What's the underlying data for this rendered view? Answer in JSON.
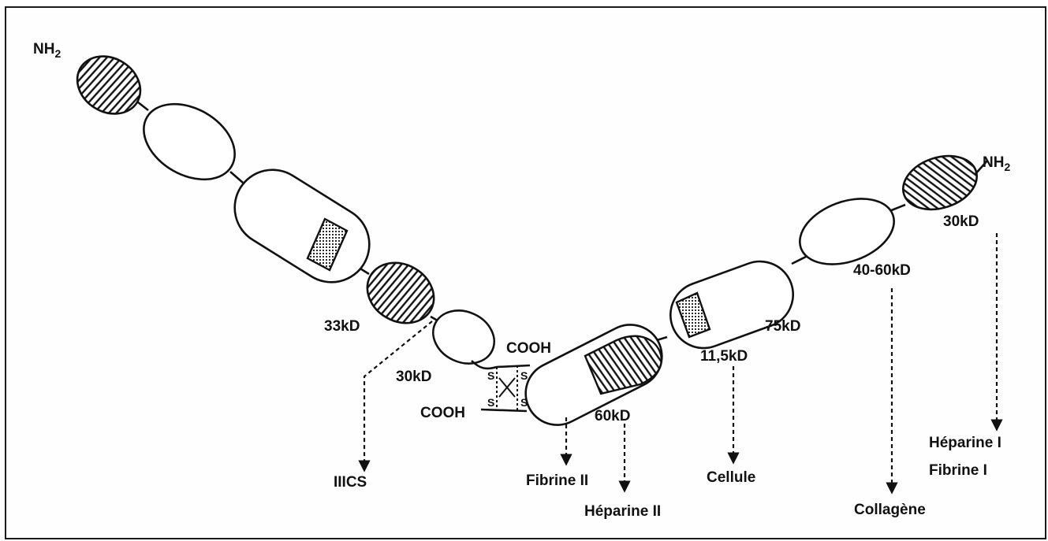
{
  "diagram": {
    "chain_left": {
      "n_terminus": "NH",
      "n_terminus_sub": "2",
      "c_terminus": "COOH",
      "fragments": {
        "f33": "33kD",
        "f30": "30kD"
      }
    },
    "chain_right": {
      "n_terminus": "NH",
      "n_terminus_sub": "2",
      "c_terminus": "COOH",
      "fragments": {
        "f60": "60kD",
        "f11": "11,5kD",
        "f75": "75kD",
        "f40": "40-60kD",
        "f30r": "30kD"
      }
    },
    "disulfide": {
      "s": "S"
    },
    "binding_sites": {
      "iiics": "IIICS",
      "fibrine2": "Fibrine II",
      "heparine2": "Héparine II",
      "cellule": "Cellule",
      "collagene": "Collagène",
      "heparine1": "Héparine I",
      "fibrine1": "Fibrine I"
    },
    "colors": {
      "ink": "#111111",
      "background": "#fefefe"
    }
  }
}
